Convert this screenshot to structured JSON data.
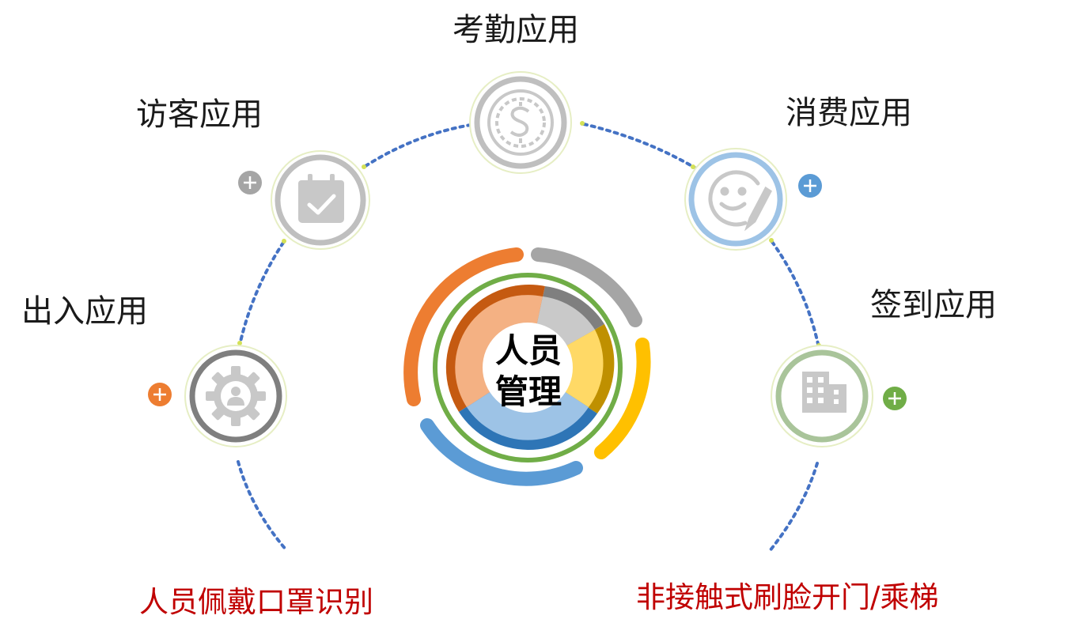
{
  "center": {
    "line1": "人员",
    "line2": "管理"
  },
  "apps": {
    "kaoqin": "考勤应用",
    "fangke": "访客应用",
    "xiaofei": "消费应用",
    "churu": "出入应用",
    "qiandao": "签到应用"
  },
  "features": {
    "mask": "人员佩戴口罩识别",
    "contactless": "非接触式刷脸开门/乘梯"
  },
  "colors": {
    "orange": "#ed7d31",
    "gray": "#a5a5a5",
    "yellow": "#ffc000",
    "blue": "#5b9bd5",
    "green": "#70ad47",
    "dotted": "#4472c4",
    "red_text": "#c00000"
  },
  "icons": {
    "kaoqin": "coin-icon",
    "fangke": "calendar-check-icon",
    "xiaofei": "smiley-pen-icon",
    "churu": "gear-person-icon",
    "qiandao": "building-icon"
  }
}
